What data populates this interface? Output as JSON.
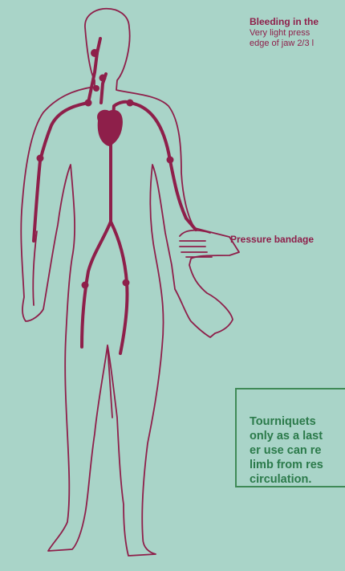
{
  "labels": {
    "bleeding_head": "Bleeding in the",
    "bleeding_desc_1": "Very light press",
    "bleeding_desc_2": "edge of jaw 2/3 l",
    "pressure_bandage": "Pressure bandage"
  },
  "warning": {
    "lines": [
      "Tourniquets",
      "only as a last",
      "er use can re",
      "limb from res",
      "circulation."
    ]
  },
  "colors": {
    "background": "#a9d4c8",
    "artery": "#8e1f4a",
    "outline": "#8e1f4a",
    "warning_text": "#2b7a4a",
    "warning_border": "#3f8a57"
  }
}
